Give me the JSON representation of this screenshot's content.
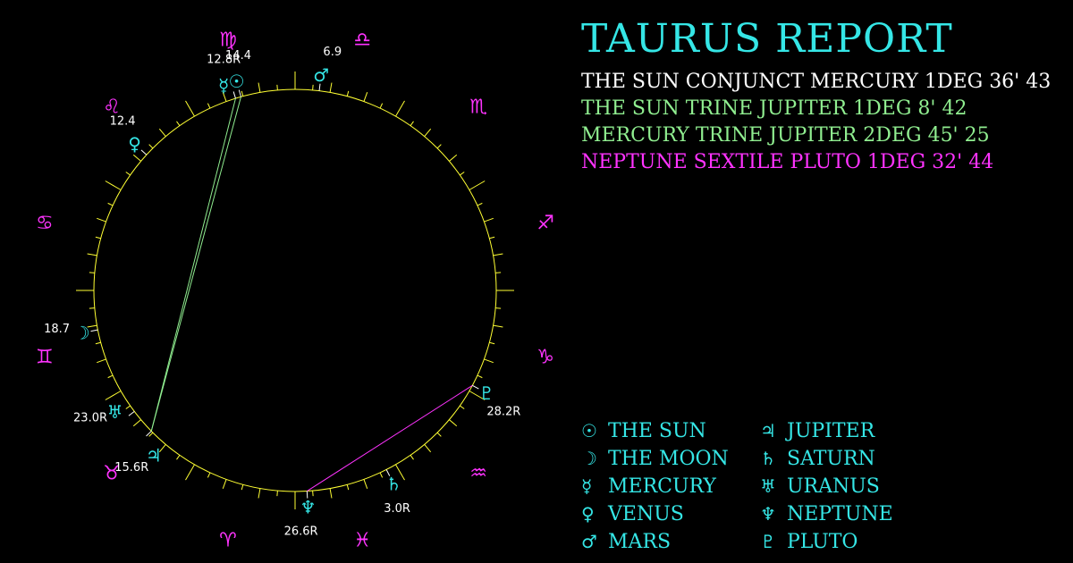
{
  "report": {
    "title": "Taurus Report",
    "aspects": [
      {
        "text": "THE SUN CONJUNCT MERCURY 1DEG 36' 43",
        "color": "#ffffff"
      },
      {
        "text": "THE SUN TRINE JUPITER 1DEG 8' 42",
        "color": "#90ee90"
      },
      {
        "text": "MERCURY TRINE JUPITER 2DEG 45' 25",
        "color": "#90ee90"
      },
      {
        "text": "NEPTUNE SEXTILE PLUTO 1DEG 32' 44",
        "color": "#ff33ff"
      }
    ]
  },
  "legend": {
    "left": [
      {
        "glyph": "☉",
        "label": "The Sun"
      },
      {
        "glyph": "☽",
        "label": "The Moon"
      },
      {
        "glyph": "☿",
        "label": "Mercury"
      },
      {
        "glyph": "♀",
        "label": "Venus"
      },
      {
        "glyph": "♂",
        "label": "Mars"
      }
    ],
    "right": [
      {
        "glyph": "♃",
        "label": "Jupiter"
      },
      {
        "glyph": "♄",
        "label": "Saturn"
      },
      {
        "glyph": "♅",
        "label": "Uranus"
      },
      {
        "glyph": "♆",
        "label": "Neptune"
      },
      {
        "glyph": "♇",
        "label": "Pluto"
      }
    ]
  },
  "wheel": {
    "colors": {
      "circle": "#ffff33",
      "planet": "#35e6e6",
      "sign": "#ff33ff",
      "label": "#ffffff"
    },
    "signs": [
      {
        "name": "aries",
        "glyph": "♈"
      },
      {
        "name": "taurus",
        "glyph": "♉"
      },
      {
        "name": "gemini",
        "glyph": "♊"
      },
      {
        "name": "cancer",
        "glyph": "♋"
      },
      {
        "name": "leo",
        "glyph": "♌"
      },
      {
        "name": "virgo",
        "glyph": "♍"
      },
      {
        "name": "libra",
        "glyph": "♎"
      },
      {
        "name": "scorpio",
        "glyph": "♏"
      },
      {
        "name": "sagittarius",
        "glyph": "♐"
      },
      {
        "name": "capricorn",
        "glyph": "♑"
      },
      {
        "name": "aquarius",
        "glyph": "♒"
      },
      {
        "name": "pisces",
        "glyph": "♓"
      }
    ],
    "planets": [
      {
        "name": "sun",
        "glyph": "☉",
        "value": "14.4",
        "longitude": 164.4
      },
      {
        "name": "moon",
        "glyph": "☽",
        "value": "18.7",
        "longitude": 78.7
      },
      {
        "name": "mercury",
        "glyph": "☿",
        "value": "12.8R",
        "longitude": 162.8
      },
      {
        "name": "venus",
        "glyph": "♀",
        "value": "12.4",
        "longitude": 132.4
      },
      {
        "name": "mars",
        "glyph": "♂",
        "value": "6.9",
        "longitude": 186.9
      },
      {
        "name": "jupiter",
        "glyph": "♃",
        "value": "15.6R",
        "longitude": 45.6
      },
      {
        "name": "saturn",
        "glyph": "♄",
        "value": "3.0R",
        "longitude": 333.0
      },
      {
        "name": "uranus",
        "glyph": "♅",
        "value": "23.0R",
        "longitude": 53.0
      },
      {
        "name": "neptune",
        "glyph": "♆",
        "value": "26.6R",
        "longitude": 356.6
      },
      {
        "name": "pluto",
        "glyph": "♇",
        "value": "28.2R",
        "longitude": 298.2
      }
    ],
    "aspect_lines": [
      {
        "from": "sun",
        "to": "jupiter",
        "color": "#90ee90"
      },
      {
        "from": "mercury",
        "to": "jupiter",
        "color": "#90ee90"
      },
      {
        "from": "neptune",
        "to": "pluto",
        "color": "#ff33ff"
      }
    ]
  }
}
